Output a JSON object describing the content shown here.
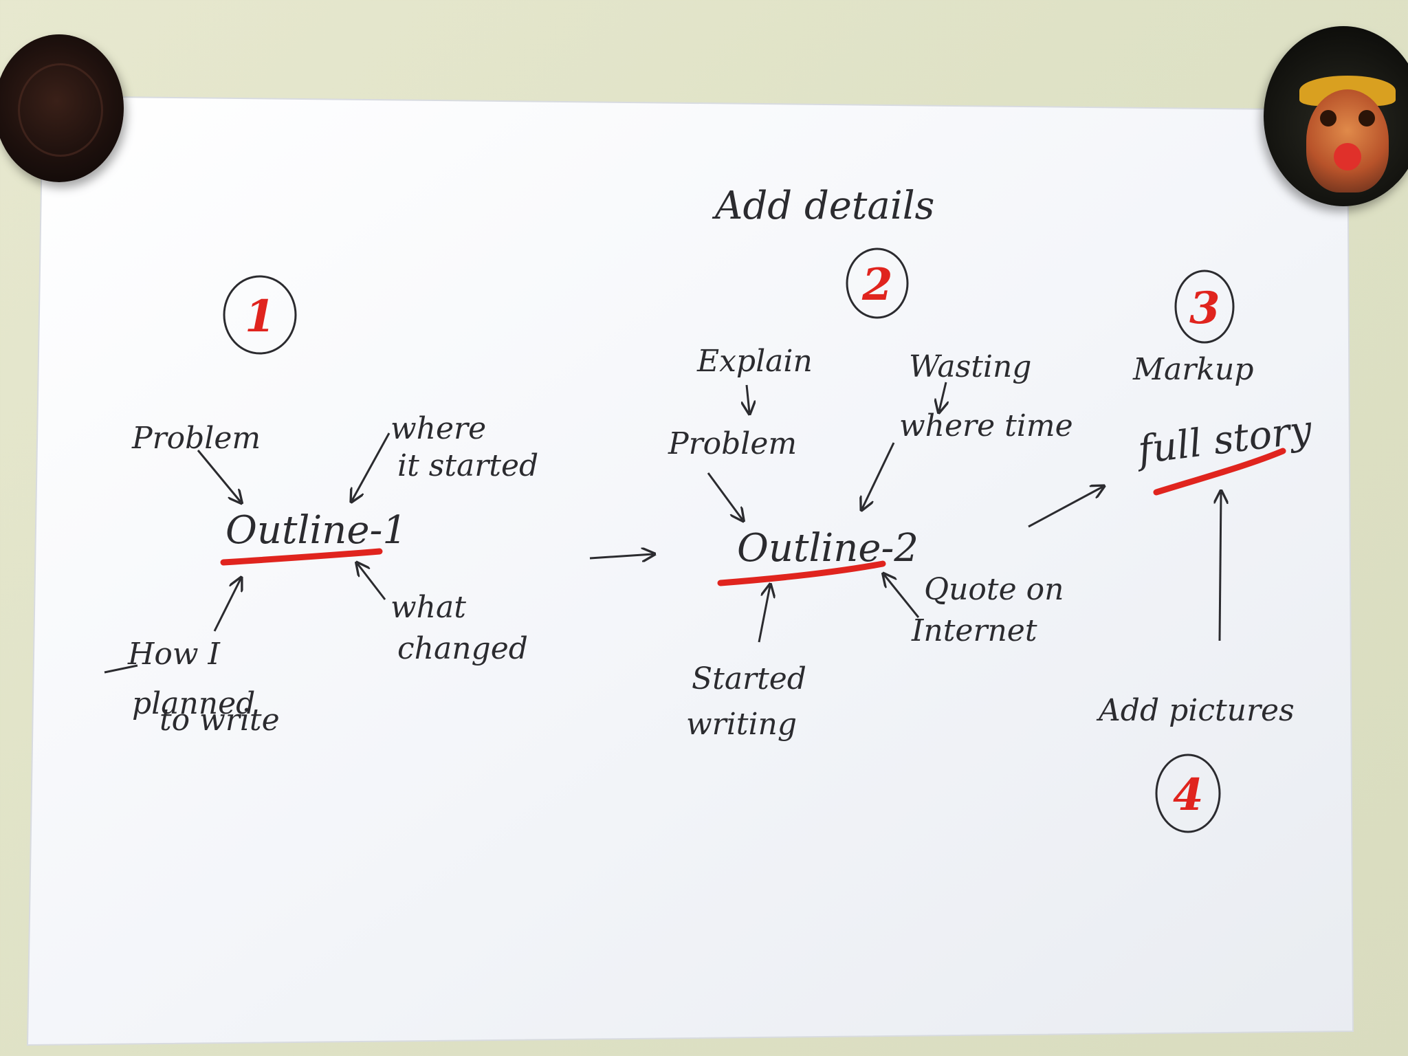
{
  "header": {
    "text": "Add details"
  },
  "steps": {
    "one": {
      "number": "1",
      "title": "Outline-1",
      "labels": {
        "problem": "Problem",
        "where_started_line1": "where",
        "where_started_line2": "it started",
        "how_planned_line1": "How I",
        "how_planned_line2": "planned",
        "how_planned_line3": "to write",
        "what_changed_line1": "what",
        "what_changed_line2": "changed"
      }
    },
    "two": {
      "number": "2",
      "title": "Outline-2",
      "labels": {
        "explain": "Explain",
        "problem": "Problem",
        "wasting": "Wasting",
        "where_time": "where time",
        "started_line1": "Started",
        "started_line2": "writing",
        "quote_line1": "Quote on",
        "quote_line2": "Internet"
      }
    },
    "three": {
      "number": "3",
      "markup": "Markup",
      "title": "full story"
    },
    "four": {
      "number": "4",
      "add_pictures": "Add pictures"
    }
  },
  "colors": {
    "ink": "#2b2b2f",
    "red_marker": "#e0241e",
    "paper": "#f6f8fb",
    "wall": "#e1e3c8"
  }
}
